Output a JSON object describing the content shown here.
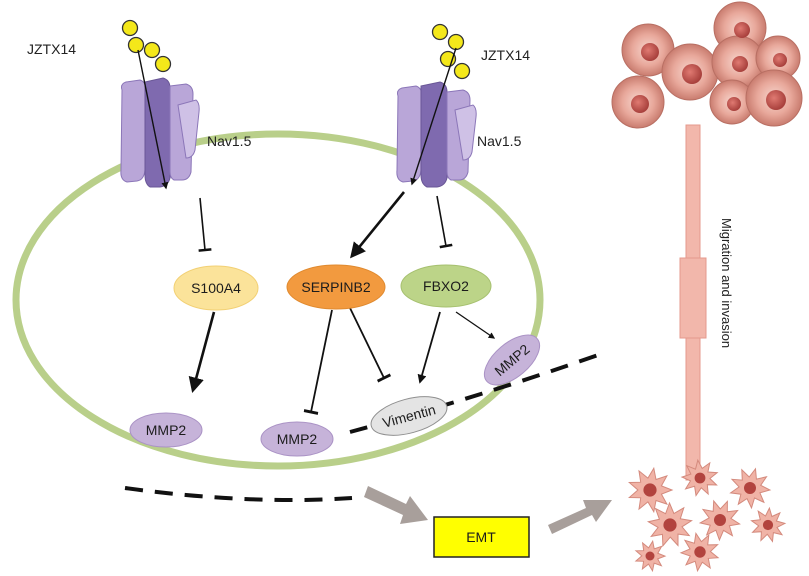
{
  "ligand_left": "JZTX14",
  "ligand_right": "JZTX14",
  "channel_left": "Nav1.5",
  "channel_right": "Nav1.5",
  "nodes": {
    "s100a4": "S100A4",
    "serpinb2": "SERPINB2",
    "fbxo2": "FBXO2",
    "mmp2_left": "MMP2",
    "mmp2_center": "MMP2",
    "mmp2_right": "MMP2",
    "vimentin": "Vimentin"
  },
  "emt_label": "EMT",
  "side_label": "Migration and invasion",
  "colors": {
    "membrane": "#b9cf8a",
    "channel": "#a893c9",
    "channel_dark": "#7f6aaf",
    "ligand": "#f4e81a",
    "s100a4": "#fbe39a",
    "serpinb2": "#f29a3f",
    "fbxo2": "#bcd488",
    "mmp2": "#c6b3d9",
    "vimentin": "#e4e4e4",
    "emt_box": "#ffff00",
    "tube": "#f2b7ab",
    "arrow_gray": "#a89f9b"
  }
}
